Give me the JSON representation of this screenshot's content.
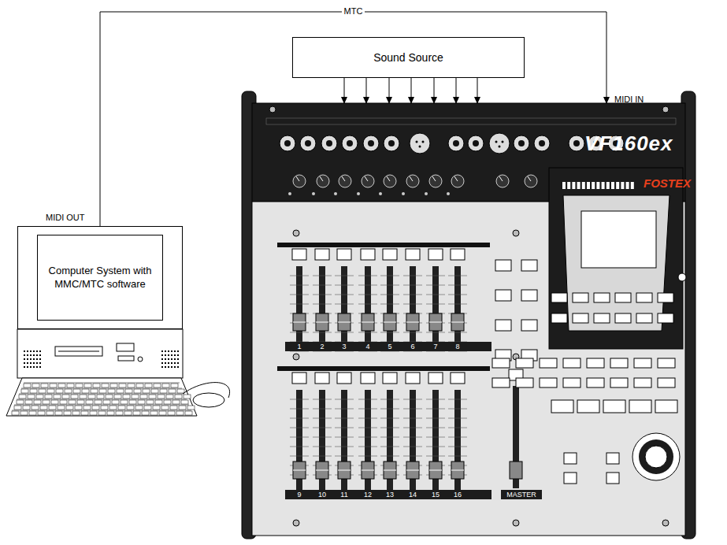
{
  "diagram": {
    "nodes": [
      {
        "text": [
          "Sound Source"
        ]
      },
      {
        "text": [
          "Computer System with MMC/MTC software"
        ]
      },
      {
        "text": [
          "VF160ex"
        ]
      }
    ],
    "edges": [
      {
        "from": 1,
        "to": 2,
        "arrow": "to",
        "label": "MTC"
      },
      {
        "from": 0,
        "to": 2,
        "arrow": "to"
      },
      {
        "from": 0,
        "to": 2,
        "arrow": "to"
      },
      {
        "from": 0,
        "to": 2,
        "arrow": "to"
      },
      {
        "from": 0,
        "to": 2,
        "arrow": "to"
      },
      {
        "from": 0,
        "to": 2,
        "arrow": "to"
      },
      {
        "from": 0,
        "to": 2,
        "arrow": "to"
      },
      {
        "from": 0,
        "to": 2,
        "arrow": "to"
      }
    ],
    "labels": [
      "MIDI IN",
      "MIDI OUT",
      "FOSTEX",
      "1",
      "2",
      "3",
      "4",
      "5",
      "6",
      "7",
      "8",
      "9",
      "10",
      "11",
      "12",
      "13",
      "14",
      "15",
      "16",
      "MASTER"
    ]
  }
}
